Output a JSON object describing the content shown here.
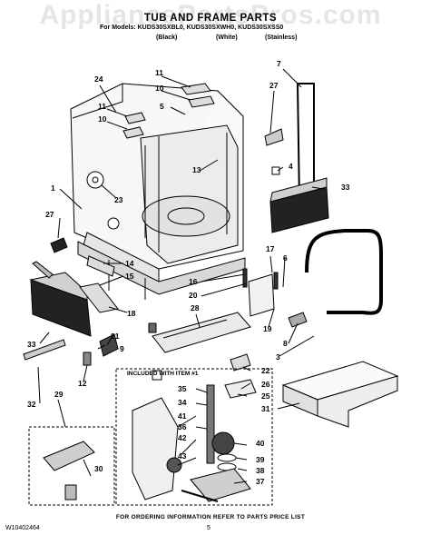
{
  "watermark": "AppliancePartsPros.com",
  "header": {
    "title": "TUB AND FRAME PARTS",
    "models_line": "For Models: KUDS30SXBL0, KUDS30SXWH0, KUDS30SXSS0",
    "color_black": "(Black)",
    "color_white": "(White)",
    "color_stainless": "(Stainless)"
  },
  "kit_box_label": "INCLUDED WITH ITEM #1",
  "footer": {
    "ordering_note": "FOR ORDERING INFORMATION REFER TO PARTS PRICE LIST",
    "doc_number": "W10402464",
    "page_number": "5"
  },
  "callouts": [
    "11",
    "10",
    "24",
    "5",
    "7",
    "27",
    "11",
    "10",
    "13",
    "4",
    "33",
    "1",
    "23",
    "27",
    "17",
    "6",
    "14",
    "15",
    "16",
    "20",
    "28",
    "18",
    "21",
    "19",
    "8",
    "33",
    "9",
    "3",
    "22",
    "26",
    "12",
    "25",
    "32",
    "31",
    "29",
    "35",
    "34",
    "41",
    "36",
    "40",
    "42",
    "39",
    "43",
    "38",
    "37",
    "30"
  ]
}
